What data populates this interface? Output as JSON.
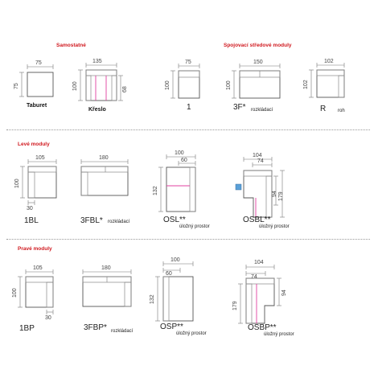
{
  "sections": {
    "samostatne": "Samostatné",
    "spojovaci": "Spojovací středové moduly",
    "leve": "Levé moduly",
    "prave": "Pravé moduly"
  },
  "modules": {
    "taburet": {
      "name": "Taburet",
      "w": "75",
      "h": "75"
    },
    "kreslo": {
      "name": "Křeslo",
      "w": "135",
      "h": "100",
      "h2": "68"
    },
    "m1": {
      "name": "1",
      "w": "75",
      "h": "100"
    },
    "m3f": {
      "name": "3F*",
      "sub": "rozkládací",
      "w": "150",
      "h": "100"
    },
    "mr": {
      "name": "R",
      "sub": "roh",
      "w": "102",
      "h": "102"
    },
    "m1bl": {
      "name": "1BL",
      "w": "105",
      "h": "100",
      "b": "30"
    },
    "m3fbl": {
      "name": "3FBL*",
      "sub": "rozkládací",
      "w": "180"
    },
    "osl": {
      "name": "OSL**",
      "sub": "úložný prostor",
      "w": "100",
      "w2": "60",
      "h": "132"
    },
    "osbl": {
      "name": "OSBL**",
      "sub": "úložný prostor",
      "w": "104",
      "w2": "74",
      "h": "94",
      "h2": "179"
    },
    "m1bp": {
      "name": "1BP",
      "w": "105",
      "h": "100",
      "b": "30"
    },
    "m3fbp": {
      "name": "3FBP*",
      "sub": "rozkládací",
      "w": "180"
    },
    "osp": {
      "name": "OSP**",
      "sub": "úložný prostor",
      "w": "100",
      "w2": "60",
      "h": "132"
    },
    "osbp": {
      "name": "OSBP**",
      "sub": "úložný prostor",
      "w": "104",
      "w2": "74",
      "h": "94",
      "h2": "179"
    }
  }
}
